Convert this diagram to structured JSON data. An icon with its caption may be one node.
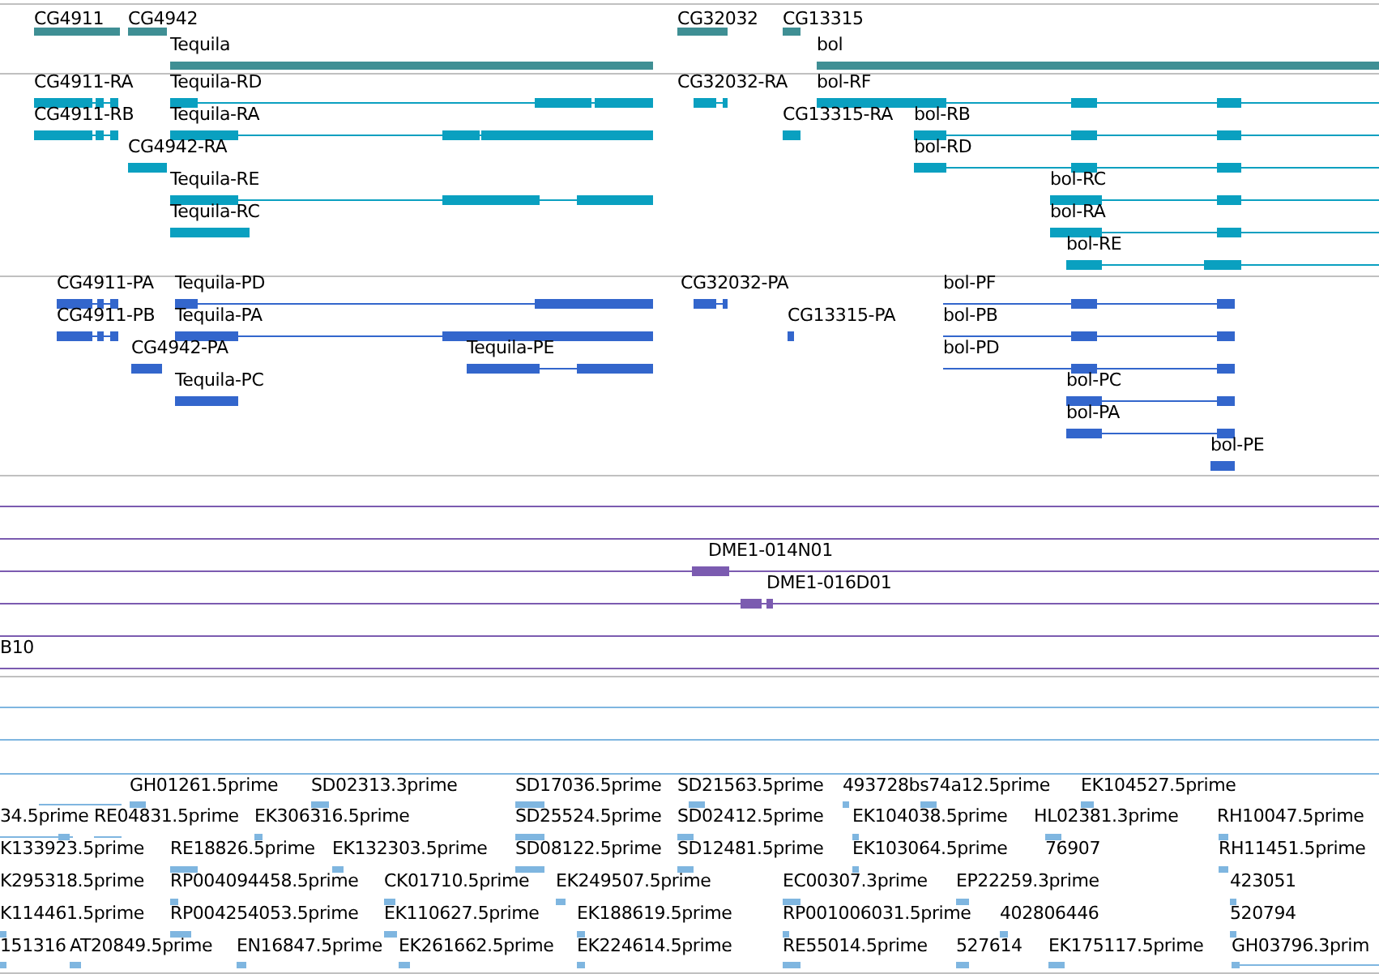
{
  "diagram": {
    "labels": [
      "CG4911",
      "CG4942",
      "CG32032",
      "CG13315",
      "Tequila",
      "bol",
      "CG4911-RA",
      "Tequila-RD",
      "CG32032-RA",
      "bol-RF",
      "CG4911-RB",
      "Tequila-RA",
      "CG13315-RA",
      "bol-RB",
      "CG4942-RA",
      "bol-RD",
      "Tequila-RE",
      "bol-RC",
      "Tequila-RC",
      "bol-RA",
      "bol-RE",
      "CG4911-PA",
      "Tequila-PD",
      "CG32032-PA",
      "bol-PF",
      "CG4911-PB",
      "Tequila-PA",
      "CG13315-PA",
      "bol-PB",
      "CG4942-PA",
      "Tequila-PE",
      "bol-PD",
      "Tequila-PC",
      "bol-PC",
      "bol-PA",
      "bol-PE",
      "DME1-014N01",
      "DME1-016D01",
      "B10",
      "GH01261.5prime",
      "SD02313.3prime",
      "SD17036.5prime",
      "SD21563.5prime",
      "493728bs74a12.5prime",
      "EK104527.5prime",
      "34.5prime",
      "RE04831.5prime",
      "EK306316.5prime",
      "SD25524.5prime",
      "SD02412.5prime",
      "EK104038.5prime",
      "HL02381.3prime",
      "RH10047.5prime",
      "K133923.5prime",
      "RE18826.5prime",
      "EK132303.5prime",
      "SD08122.5prime",
      "SD12481.5prime",
      "EK103064.5prime",
      "76907",
      "RH11451.5prime",
      "K295318.5prime",
      "RP004094458.5prime",
      "CK01710.5prime",
      "EK249507.5prime",
      "EC00307.3prime",
      "EP22259.3prime",
      "423051",
      "K114461.5prime",
      "RP004254053.5prime",
      "EK110627.5prime",
      "EK188619.5prime",
      "RP001006031.5prime",
      "402806446",
      "520794",
      "151316",
      "AT20849.5prime",
      "EN16847.5prime",
      "EK261662.5prime",
      "EK224614.5prime",
      "RE55014.5prime",
      "527614",
      "EK175117.5prime",
      "GH03796.3prim"
    ]
  }
}
